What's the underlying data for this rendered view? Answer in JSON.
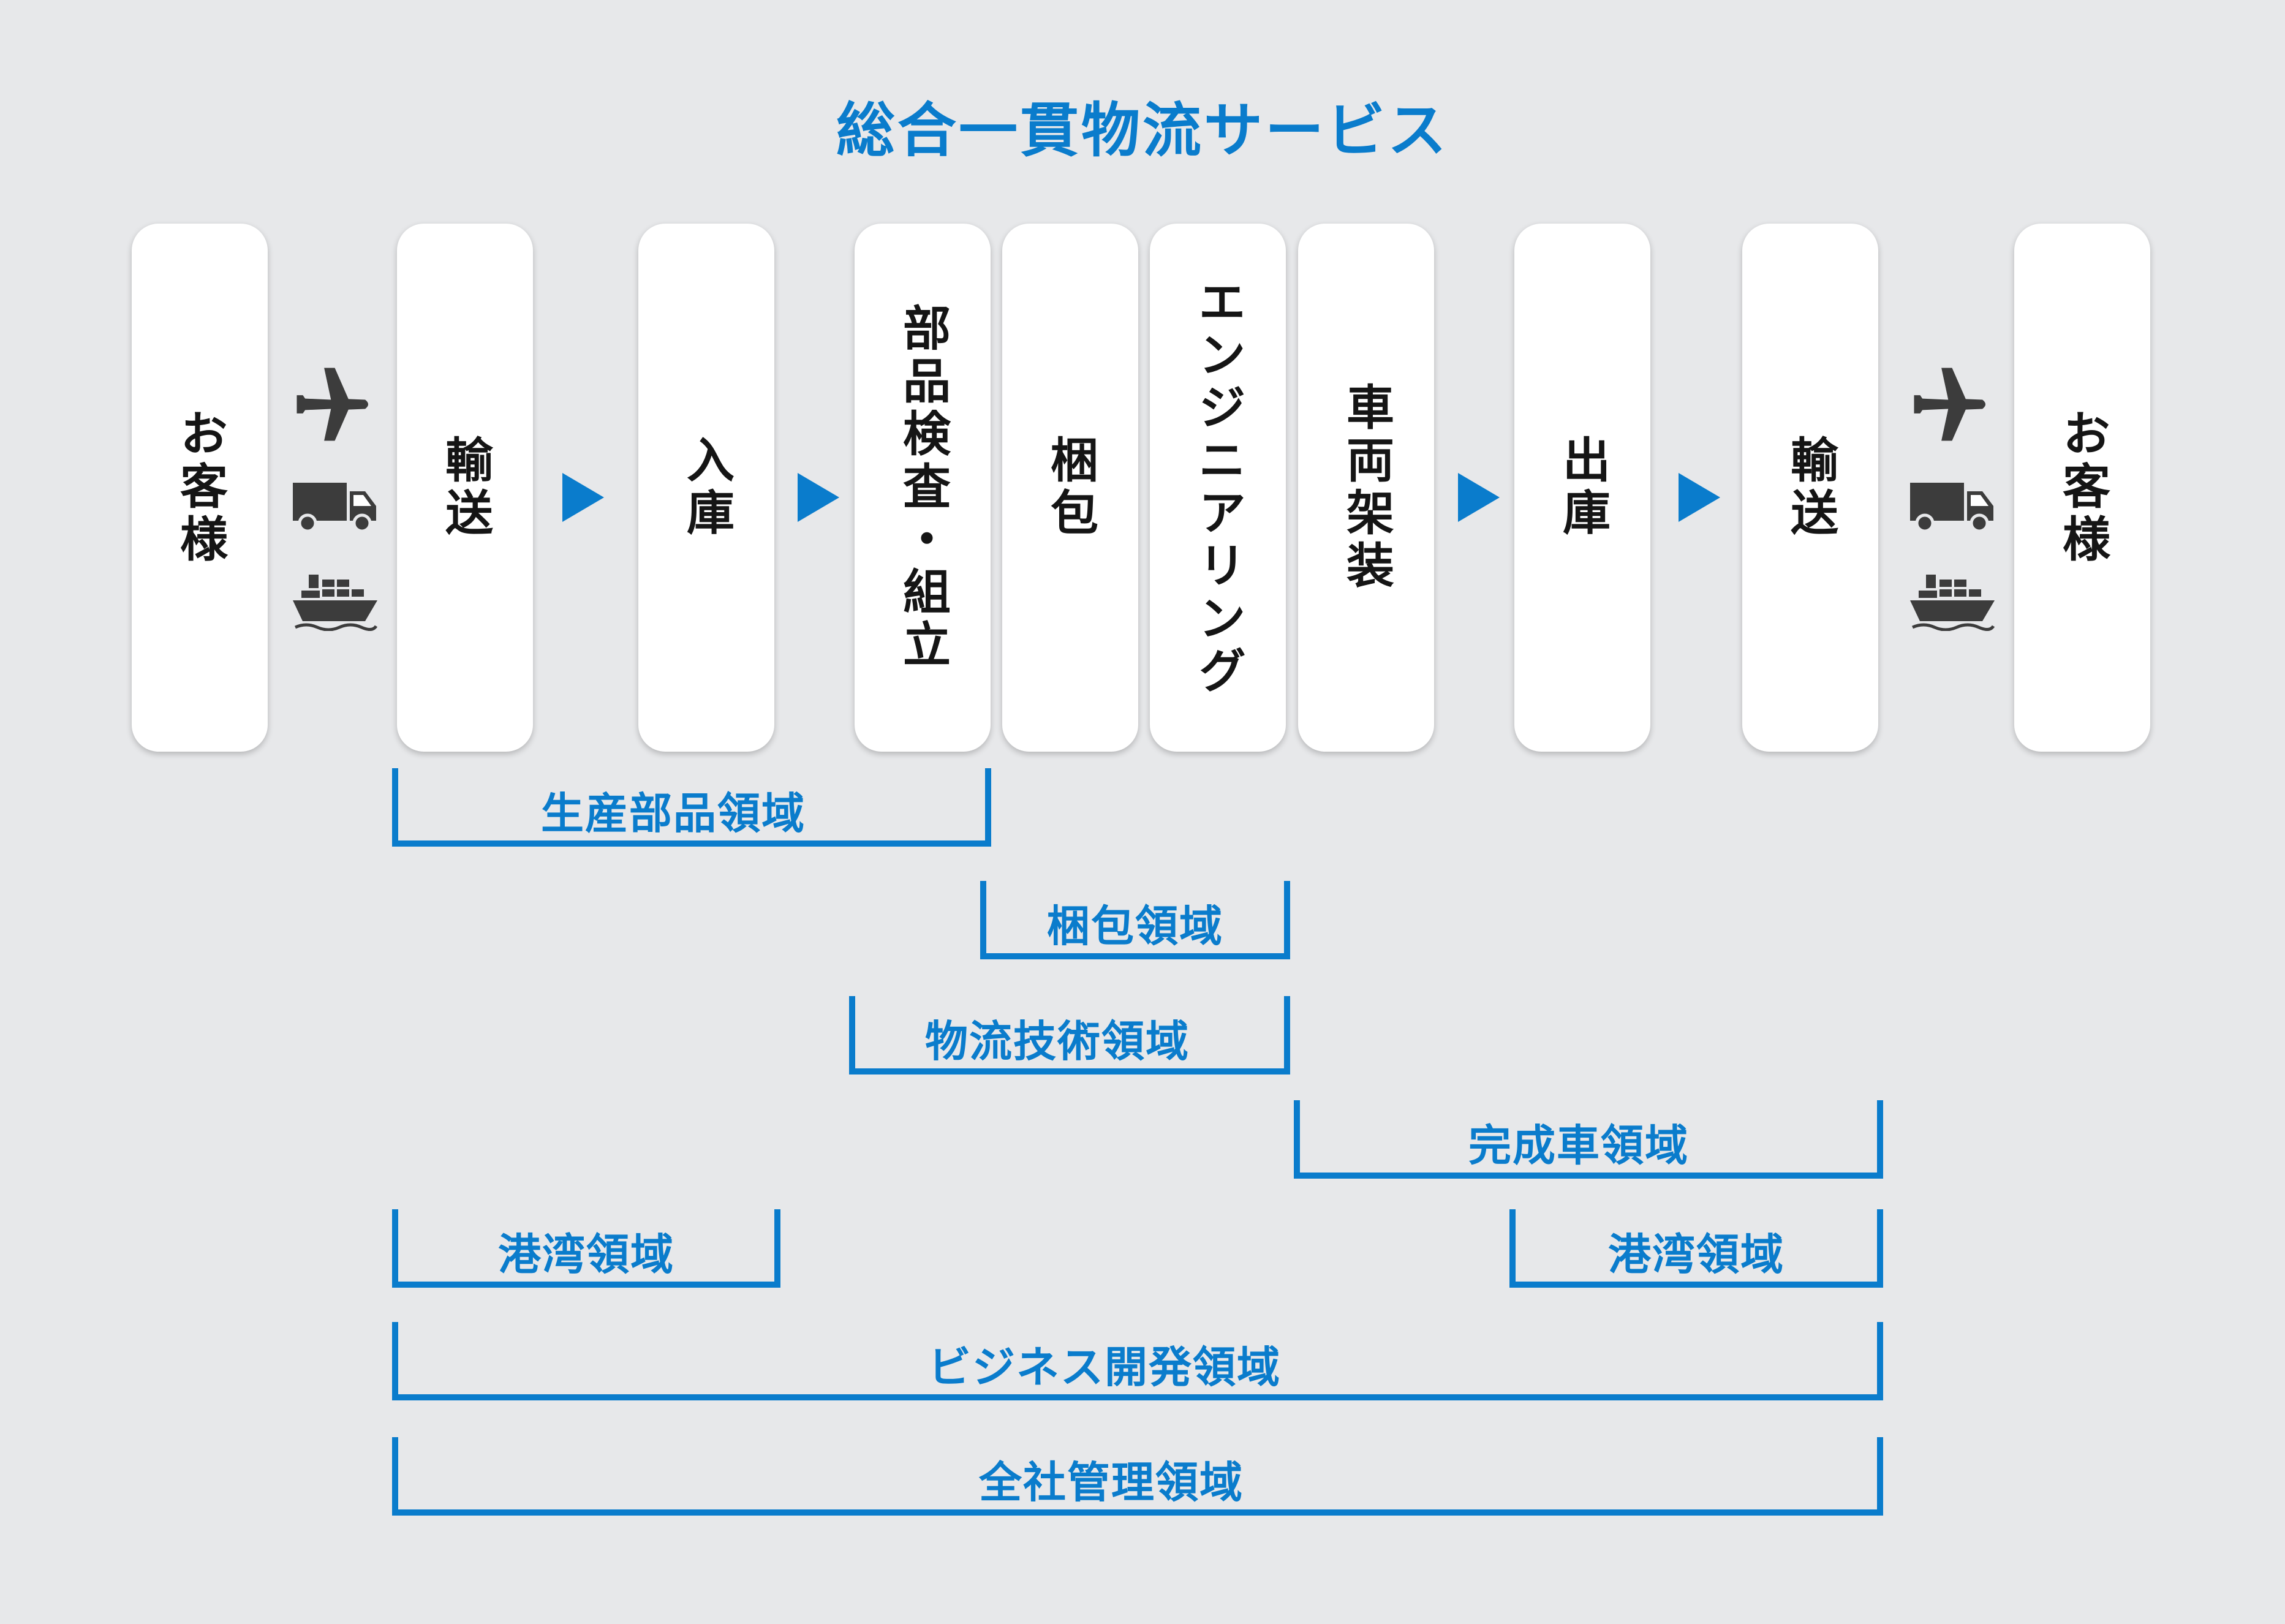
{
  "title": "総合一貫物流サービス",
  "flow": {
    "steps": [
      "お客様",
      "輸送",
      "入庫",
      "部品検査・組立",
      "梱包",
      "エンジニアリング",
      "車両架装",
      "出庫",
      "輸送",
      "お客様"
    ]
  },
  "domains": [
    "生産部品領域",
    "梱包領域",
    "物流技術領域",
    "完成車領域",
    "港湾領域",
    "港湾領域",
    "ビジネス開発領域",
    "全社管理領域"
  ],
  "icons": [
    "airplane-icon",
    "truck-icon",
    "ship-icon"
  ],
  "colors": {
    "accent": "#0a7ccc",
    "icon": "#3c3c3c",
    "background": "#e7e8ea",
    "box": "#ffffff"
  }
}
